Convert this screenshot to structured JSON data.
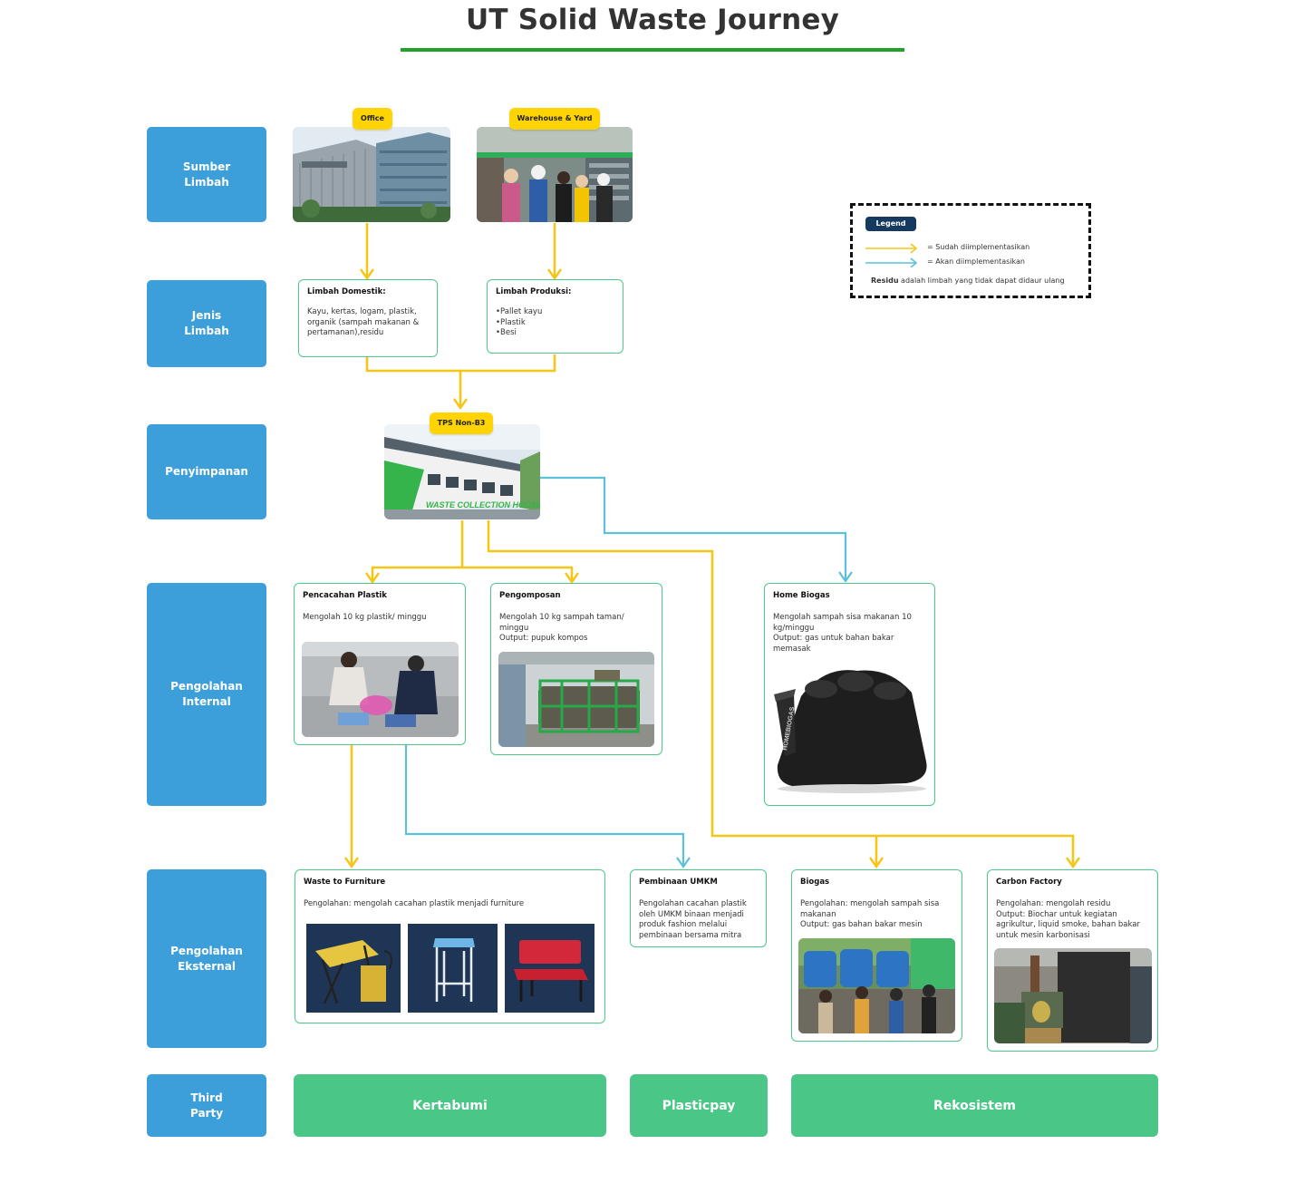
{
  "title": "UT Solid Waste Journey",
  "colors": {
    "accent_green": "#1fa12b",
    "stage_blue": "#3d9fd9",
    "card_border": "#4dc98a",
    "party_green": "#4ac787",
    "tag_yellow": "#ffd400",
    "arrow_yellow": "#f5c518",
    "arrow_cyan": "#5bc0d8"
  },
  "stages": {
    "sumber": "Sumber\nLimbah",
    "jenis": "Jenis\nLimbah",
    "penyimpanan": "Penyimpanan",
    "internal": "Pengolahan\nInternal",
    "eksternal": "Pengolahan\nEksternal",
    "third_party": "Third\nParty"
  },
  "sources": {
    "office": "Office",
    "warehouse": "Warehouse & Yard"
  },
  "jenis": {
    "domestik_title": "Limbah Domestik:",
    "domestik_body": "Kayu, kertas, logam, plastik, organik (sampah makanan & pertamanan),residu",
    "produksi_title": "Limbah Produksi:",
    "produksi_body": "•Pallet kayu\n•Plastik\n•Besi"
  },
  "storage": {
    "tag": "TPS Non-B3",
    "sign": "WASTE COLLECTION HOUSE"
  },
  "internal": {
    "pencacahan_title": "Pencacahan Plastik",
    "pencacahan_body": "Mengolah 10 kg plastik/ minggu",
    "pengomposan_title": "Pengomposan",
    "pengomposan_body": "Mengolah 10 kg sampah taman/ minggu\nOutput: pupuk kompos",
    "biogas_title": "Home Biogas",
    "biogas_body": "Mengolah sampah sisa makanan 10 kg/minggu\nOutput: gas untuk bahan bakar memasak",
    "biogas_brand": "HOMEBIOGAS"
  },
  "external": {
    "furniture_title": "Waste to Furniture",
    "furniture_body": "Pengolahan: mengolah cacahan plastik menjadi furniture",
    "umkm_title": "Pembinaan UMKM",
    "umkm_body": "Pengolahan cacahan plastik oleh UMKM binaan menjadi produk fashion melalui pembinaan bersama mitra",
    "biogas_title": "Biogas",
    "biogas_body": "Pengolahan: mengolah sampah sisa makanan\nOutput: gas bahan bakar mesin",
    "carbon_title": "Carbon Factory",
    "carbon_body": "Pengolahan: mengolah residu\nOutput: Biochar untuk kegiatan agrikultur, liquid smoke, bahan bakar untuk mesin karbonisasi"
  },
  "third_party": {
    "kertabumi": "Kertabumi",
    "plasticpay": "Plasticpay",
    "rekosistem": "Rekosistem"
  },
  "legend": {
    "badge": "Legend",
    "implemented": "= Sudah diimplementasikan",
    "planned": "= Akan diimplementasikan",
    "residu_bold": "Residu",
    "residu_rest": " adalah limbah yang tidak dapat didaur ulang"
  }
}
